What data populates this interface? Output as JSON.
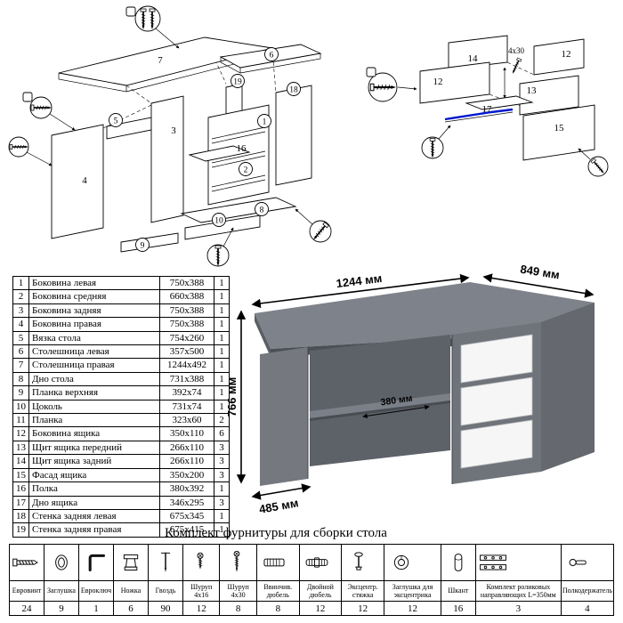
{
  "parts_table": {
    "rows": [
      {
        "num": "1",
        "name": "Боковина левая",
        "size": "750x388",
        "qty": "1"
      },
      {
        "num": "2",
        "name": "Боковина средняя",
        "size": "660x388",
        "qty": "1"
      },
      {
        "num": "3",
        "name": "Боковина задняя",
        "size": "750x388",
        "qty": "1"
      },
      {
        "num": "4",
        "name": "Боковина правая",
        "size": "750x388",
        "qty": "1"
      },
      {
        "num": "5",
        "name": "Вязка стола",
        "size": "754x260",
        "qty": "1"
      },
      {
        "num": "6",
        "name": "Столешница левая",
        "size": "357x500",
        "qty": "1"
      },
      {
        "num": "7",
        "name": "Столешница правая",
        "size": "1244x492",
        "qty": "1"
      },
      {
        "num": "8",
        "name": "Дно стола",
        "size": "731x388",
        "qty": "1"
      },
      {
        "num": "9",
        "name": "Планка верхняя",
        "size": "392x74",
        "qty": "1"
      },
      {
        "num": "10",
        "name": "Цоколь",
        "size": "731x74",
        "qty": "1"
      },
      {
        "num": "11",
        "name": "Планка",
        "size": "323x60",
        "qty": "2"
      },
      {
        "num": "12",
        "name": "Боковина ящика",
        "size": "350x110",
        "qty": "6"
      },
      {
        "num": "13",
        "name": "Щит ящика передний",
        "size": "266x110",
        "qty": "3"
      },
      {
        "num": "14",
        "name": "Щит ящика задний",
        "size": "266x110",
        "qty": "3"
      },
      {
        "num": "15",
        "name": "Фасад ящика",
        "size": "350x200",
        "qty": "3"
      },
      {
        "num": "16",
        "name": "Полка",
        "size": "380x392",
        "qty": "1"
      },
      {
        "num": "17",
        "name": "Дно ящика",
        "size": "346x295",
        "qty": "3"
      },
      {
        "num": "18",
        "name": "Стенка задняя левая",
        "size": "675x345",
        "qty": "1"
      },
      {
        "num": "19",
        "name": "Стенка задняя правая",
        "size": "675x415",
        "qty": "1"
      }
    ]
  },
  "diagram_main": {
    "callouts": [
      "7",
      "6",
      "19",
      "18",
      "5",
      "3",
      "16",
      "1",
      "2",
      "4",
      "10",
      "8",
      "9"
    ]
  },
  "diagram_drawer": {
    "callouts": [
      "14",
      "12",
      "12",
      "13",
      "17",
      "15"
    ],
    "screw_note": "4x30"
  },
  "desk": {
    "dim_width": "1244 мм",
    "dim_depth": "849 мм",
    "dim_height": "766 мм",
    "dim_shelf": "380 мм",
    "dim_base": "485 мм"
  },
  "hardware": {
    "title": "Комплект фурнитуры для сборки стола",
    "items": [
      {
        "label": "Евровинт",
        "qty": "24",
        "icon": "eurovint-icon"
      },
      {
        "label": "Заглушка",
        "qty": "9",
        "icon": "plug-icon"
      },
      {
        "label": "Евроключ",
        "qty": "1",
        "icon": "hex-key-icon"
      },
      {
        "label": "Ножка",
        "qty": "6",
        "icon": "leg-icon"
      },
      {
        "label": "Гвоздь",
        "qty": "90",
        "icon": "nail-icon"
      },
      {
        "label": "Шуруп 4x16",
        "qty": "12",
        "icon": "screw-short-icon"
      },
      {
        "label": "Шуруп 4x30",
        "qty": "8",
        "icon": "screw-long-icon"
      },
      {
        "label": "Ввинчив. дюбель",
        "qty": "8",
        "icon": "screw-dowel-icon"
      },
      {
        "label": "Двойной дюбель",
        "qty": "12",
        "icon": "double-dowel-icon"
      },
      {
        "label": "Эксцентр. стяжка",
        "qty": "12",
        "icon": "eccentric-bolt-icon"
      },
      {
        "label": "Заглушка для эксцентрика",
        "qty": "12",
        "icon": "eccentric-cap-icon"
      },
      {
        "label": "Шкант",
        "qty": "16",
        "icon": "dowel-icon"
      },
      {
        "label": "Комплект роликовых направляющих L=350мм",
        "qty": "3",
        "icon": "roller-slides-icon"
      },
      {
        "label": "Полкодержатель",
        "qty": "4",
        "icon": "shelf-pin-icon"
      }
    ]
  }
}
